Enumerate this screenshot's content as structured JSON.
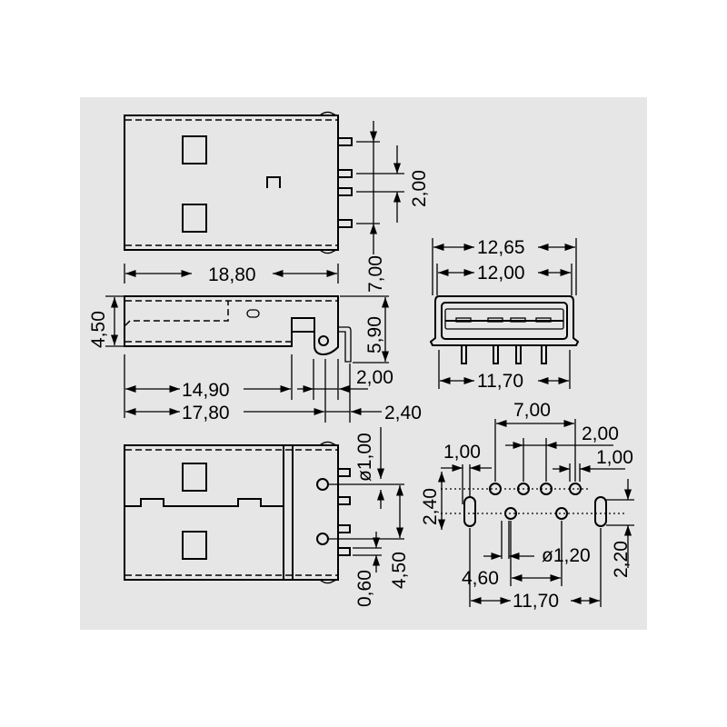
{
  "colors": {
    "panel": "#e6e6e6",
    "line": "#000000",
    "background": "#ffffff"
  },
  "top_view": {
    "dim_pin_span": "7,00",
    "dim_pin_pitch": "2,00",
    "dim_length": "18,80"
  },
  "side_view": {
    "dim_height": "4,50",
    "dim_total_height": "5,90",
    "dim_body_to_tab": "14,90",
    "dim_body_to_pin": "17,80",
    "dim_pin_offset": "2,00",
    "dim_hook": "2,40"
  },
  "front_view": {
    "dim_outer_width": "12,65",
    "dim_width": "12,00",
    "dim_pin_width": "11,70"
  },
  "bottom_view": {
    "dim_hole": "ø1,00",
    "dim_row_spacing": "4,50",
    "dim_pin_width": "0,60"
  },
  "footprint": {
    "dim_pin_span": "7,00",
    "dim_pitch": "2,00",
    "dim_left_offset": "1,00",
    "dim_right_offset": "1,00",
    "dim_row_offset": "2,40",
    "dim_hole_diameter": "ø1,20",
    "dim_mount_spacing": "4,60",
    "dim_mount_span": "11,70",
    "dim_slot_length": "2,20"
  }
}
